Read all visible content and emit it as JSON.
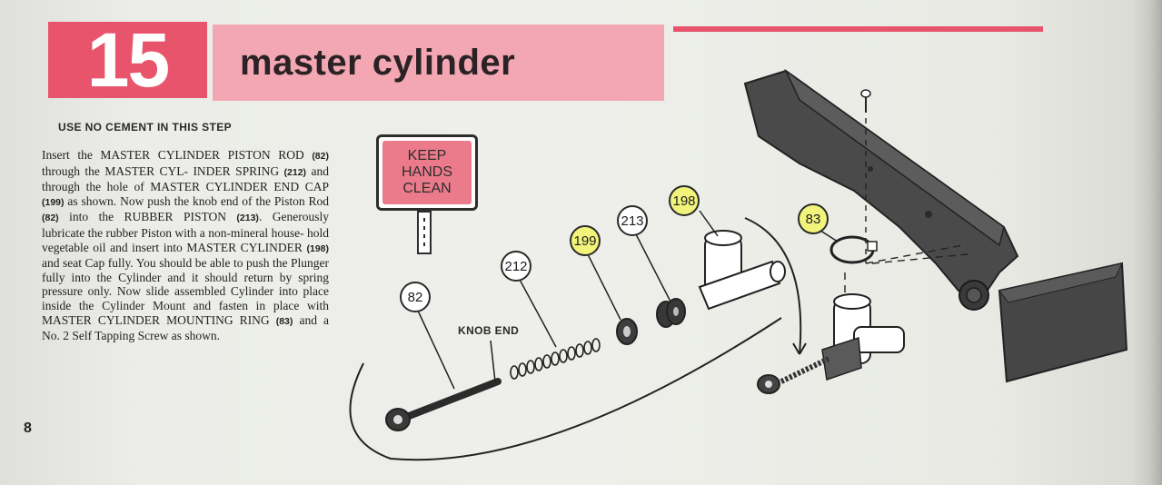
{
  "header": {
    "step_number": "15",
    "title": "master cylinder"
  },
  "instructions": {
    "cement_note": "USE NO CEMENT IN THIS STEP",
    "segments": [
      {
        "t": "Insert the MASTER CYLINDER PISTON ROD "
      },
      {
        "t": "(82)",
        "ref": true
      },
      {
        "t": " through the MASTER CYL- INDER SPRING "
      },
      {
        "t": "(212)",
        "ref": true
      },
      {
        "t": " and through the hole of MASTER CYLINDER END CAP "
      },
      {
        "t": "(199)",
        "ref": true
      },
      {
        "t": " as shown. Now push the knob end of the Piston Rod "
      },
      {
        "t": "(82)",
        "ref": true
      },
      {
        "t": " into the RUBBER PISTON "
      },
      {
        "t": "(213)",
        "ref": true
      },
      {
        "t": ". Generously lubricate the rubber Piston with a non-mineral house- hold vegetable oil and insert into MASTER CYLINDER "
      },
      {
        "t": "(198)",
        "ref": true
      },
      {
        "t": " and seat Cap fully. You should be able to push the Plunger fully into the Cylinder and it should return by spring pressure only. Now slide assembled Cylinder into place inside the Cylinder Mount and fasten in place with MASTER CYLINDER MOUNTING RING "
      },
      {
        "t": "(83)",
        "ref": true
      },
      {
        "t": " and a No. 2 Self Tapping Screw as shown."
      }
    ]
  },
  "sign": {
    "line1": "KEEP",
    "line2": "HANDS",
    "line3": "CLEAN"
  },
  "diagram": {
    "knob_label": "KNOB END",
    "callouts": {
      "c82": "82",
      "c212": "212",
      "c199": "199",
      "c213": "213",
      "c198": "198",
      "c83": "83"
    }
  },
  "page_number": "8",
  "colors": {
    "accent": "#e8546b",
    "title_band": "#f2a7b3",
    "highlight": "#f1f37a",
    "part_dark": "#3e3e3e"
  }
}
